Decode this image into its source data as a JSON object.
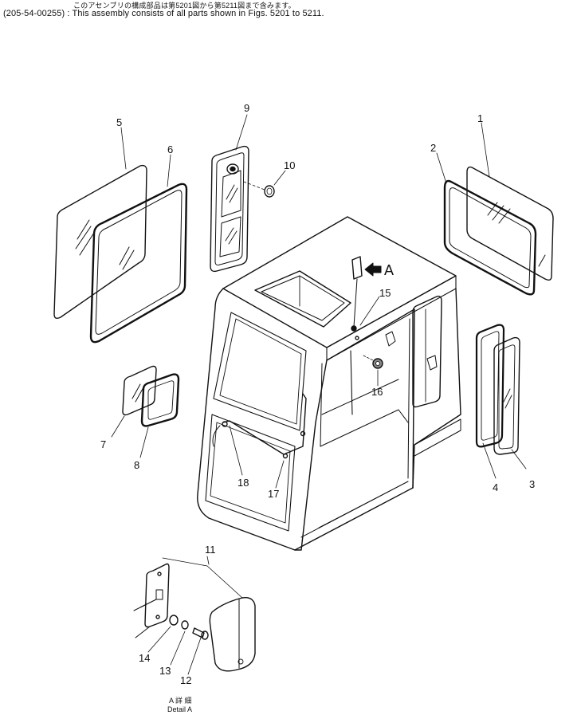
{
  "header": {
    "japanese_note": "このアセンブリの構成部品は第5201図から第5211図まで含みます。",
    "english_note": "(205-54-00255) : This assembly consists of all parts shown in Figs. 5201 to 5211."
  },
  "callouts": [
    "1",
    "2",
    "3",
    "4",
    "5",
    "6",
    "7",
    "8",
    "9",
    "10",
    "11",
    "12",
    "13",
    "14",
    "15",
    "16",
    "17",
    "18"
  ],
  "view_marker": "A",
  "detail_caption_jp": "A 詳 細",
  "detail_caption_en": "Detail A",
  "colors": {
    "ink": "#111111",
    "paper": "#ffffff"
  }
}
